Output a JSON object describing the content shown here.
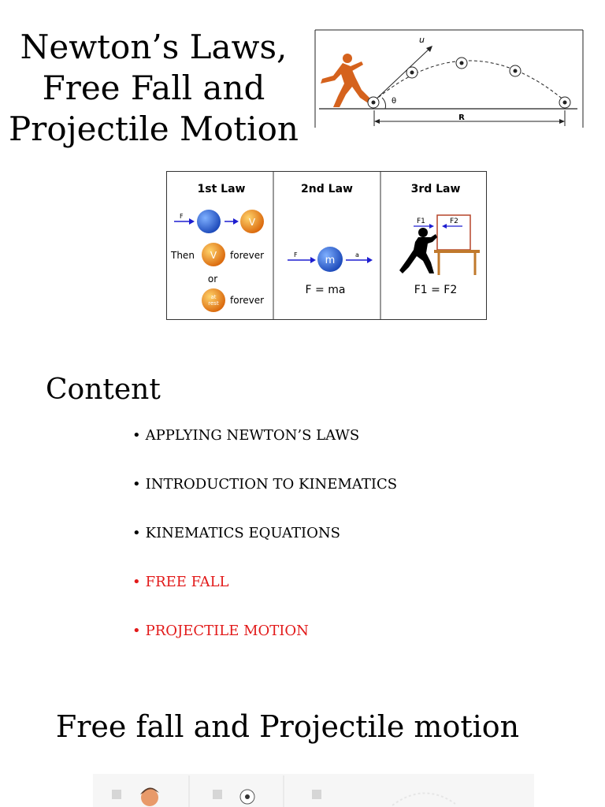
{
  "title": {
    "line1": "Newton’s Laws,",
    "line2": "Free Fall and",
    "line3": "Projectile Motion"
  },
  "projectile_figure": {
    "velocity_label": "u",
    "angle_label": "θ",
    "range_label": "R",
    "colors": {
      "kicker": "#d5621d",
      "line": "#222222"
    }
  },
  "laws_figure": {
    "first": {
      "heading": "1st Law",
      "force": "F",
      "then": "Then",
      "ball_v": "V",
      "forever1": "forever",
      "or": "or",
      "ball_rest_1": "at",
      "ball_rest_2": "rest",
      "forever2": "forever"
    },
    "second": {
      "heading": "2nd Law",
      "force": "F",
      "mass": "m",
      "accel": "a",
      "equation": "F = ma"
    },
    "third": {
      "heading": "3rd Law",
      "f1": "F1",
      "f2": "F2",
      "equation": "F1 = F2"
    },
    "colors": {
      "blue_ball": "#2a63d6",
      "orange_ball": "#f08a17",
      "arrow": "#1d1dd0",
      "box": "#b5452a",
      "table": "#c0792c"
    }
  },
  "content": {
    "heading": "Content",
    "bullet": "•",
    "items": [
      "APPLYING NEWTON’S LAWS",
      "INTRODUCTION TO KINEMATICS",
      "KINEMATICS EQUATIONS",
      "FREE FALL",
      "PROJECTILE MOTION"
    ],
    "highlight_color": "#e21a1a"
  },
  "section": {
    "heading": "Free fall and Projectile motion"
  }
}
